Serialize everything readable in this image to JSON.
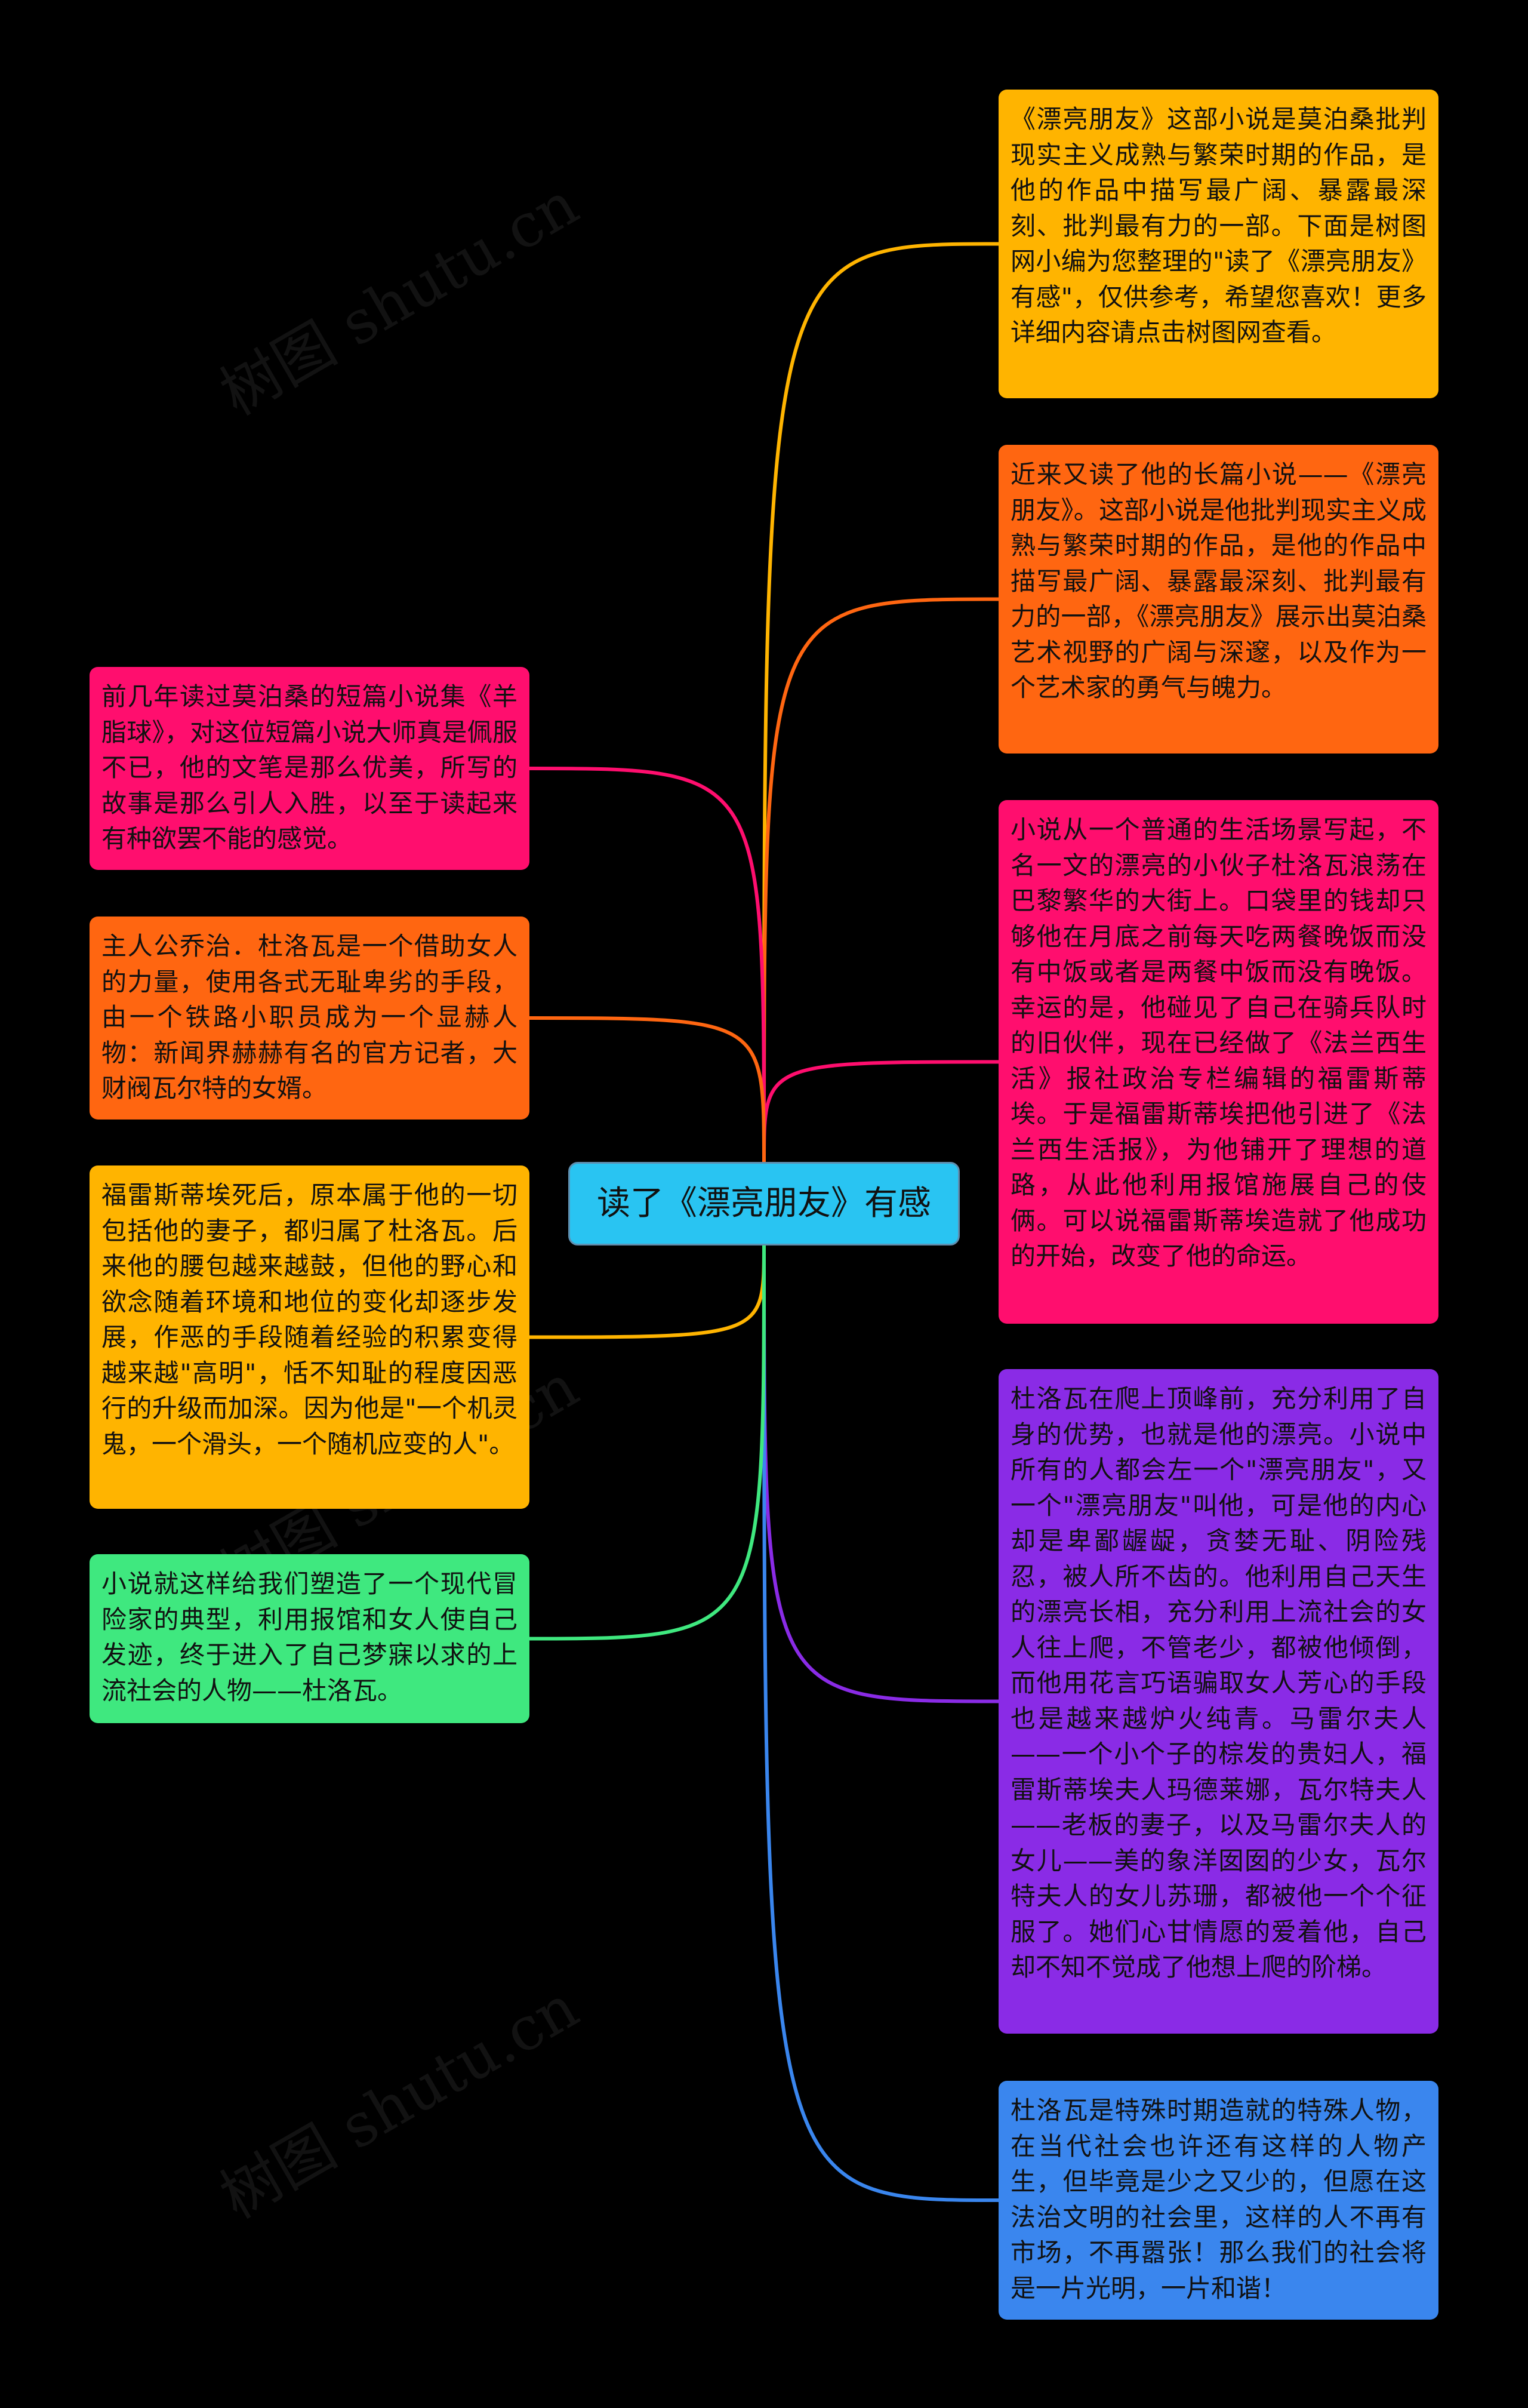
{
  "root": {
    "text": "读了《漂亮朋友》有感",
    "color": "#29c4f2"
  },
  "right_nodes": [
    {
      "text": "《漂亮朋友》这部小说是莫泊桑批判现实主义成熟与繁荣时期的作品，是他的作品中描写最广阔、暴露最深刻、批判最有力的一部。下面是树图网小编为您整理的\"读了《漂亮朋友》有感\"，仅供参考，希望您喜欢！更多详细内容请点击树图网查看。",
      "color": "#ffb400"
    },
    {
      "text": "近来又读了他的长篇小说——《漂亮朋友》。这部小说是他批判现实主义成熟与繁荣时期的作品，是他的作品中描写最广阔、暴露最深刻、批判最有力的一部，《漂亮朋友》展示出莫泊桑艺术视野的广阔与深邃，以及作为一个艺术家的勇气与魄力。",
      "color": "#ff6611"
    },
    {
      "text": "小说从一个普通的生活场景写起，不名一文的漂亮的小伙子杜洛瓦浪荡在巴黎繁华的大街上。口袋里的钱却只够他在月底之前每天吃两餐晚饭而没有中饭或者是两餐中饭而没有晚饭。幸运的是，他碰见了自己在骑兵队时的旧伙伴，现在已经做了《法兰西生活》报社政治专栏编辑的福雷斯蒂埃。于是福雷斯蒂埃把他引进了《法兰西生活报》，为他铺开了理想的道路，从此他利用报馆施展自己的伎俩。可以说福雷斯蒂埃造就了他成功的开始，改变了他的命运。",
      "color": "#ff0e6e"
    },
    {
      "text": "杜洛瓦在爬上顶峰前，充分利用了自身的优势，也就是他的漂亮。小说中所有的人都会左一个\"漂亮朋友\"，又一个\"漂亮朋友\"叫他，可是他的内心却是卑鄙龌龊，贪婪无耻、阴险残忍，被人所不齿的。他利用自己天生的漂亮长相，充分利用上流社会的女人往上爬，不管老少，都被他倾倒，而他用花言巧语骗取女人芳心的手段也是越来越炉火纯青。马雷尔夫人——一个小个子的棕发的贵妇人，福雷斯蒂埃夫人玛德莱娜，瓦尔特夫人——老板的妻子，以及马雷尔夫人的女儿——美的象洋囡囡的少女，瓦尔特夫人的女儿苏珊，都被他一个个征服了。她们心甘情愿的爱着他，自己却不知不觉成了他想上爬的阶梯。",
      "color": "#8a2be6"
    },
    {
      "text": "杜洛瓦是特殊时期造就的特殊人物，在当代社会也许还有这样的人物产生，但毕竟是少之又少的，但愿在这法治文明的社会里，这样的人不再有市场，不再嚣张！那么我们的社会将是一片光明，一片和谐！",
      "color": "#3a86ee"
    }
  ],
  "left_nodes": [
    {
      "text": "前几年读过莫泊桑的短篇小说集《羊脂球》，对这位短篇小说大师真是佩服不已，他的文笔是那么优美，所写的故事是那么引人入胜，以至于读起来有种欲罢不能的感觉。",
      "color": "#ff0e6e"
    },
    {
      "text": "主人公乔治．杜洛瓦是一个借助女人的力量，使用各式无耻卑劣的手段，由一个铁路小职员成为一个显赫人物：新闻界赫赫有名的官方记者，大财阀瓦尔特的女婿。",
      "color": "#ff6611"
    },
    {
      "text": "福雷斯蒂埃死后，原本属于他的一切包括他的妻子，都归属了杜洛瓦。后来他的腰包越来越鼓，但他的野心和欲念随着环境和地位的变化却逐步发展，作恶的手段随着经验的积累变得越来越\"高明\"，恬不知耻的程度因恶行的升级而加深。因为他是\"一个机灵鬼，一个滑头，一个随机应变的人\"。",
      "color": "#ffb400"
    },
    {
      "text": "小说就这样给我们塑造了一个现代冒险家的典型，利用报馆和女人使自己发迹，终于进入了自己梦寐以求的上流社会的人物——杜洛瓦。",
      "color": "#3fe87f"
    }
  ],
  "watermark": "树图 shutu.cn"
}
